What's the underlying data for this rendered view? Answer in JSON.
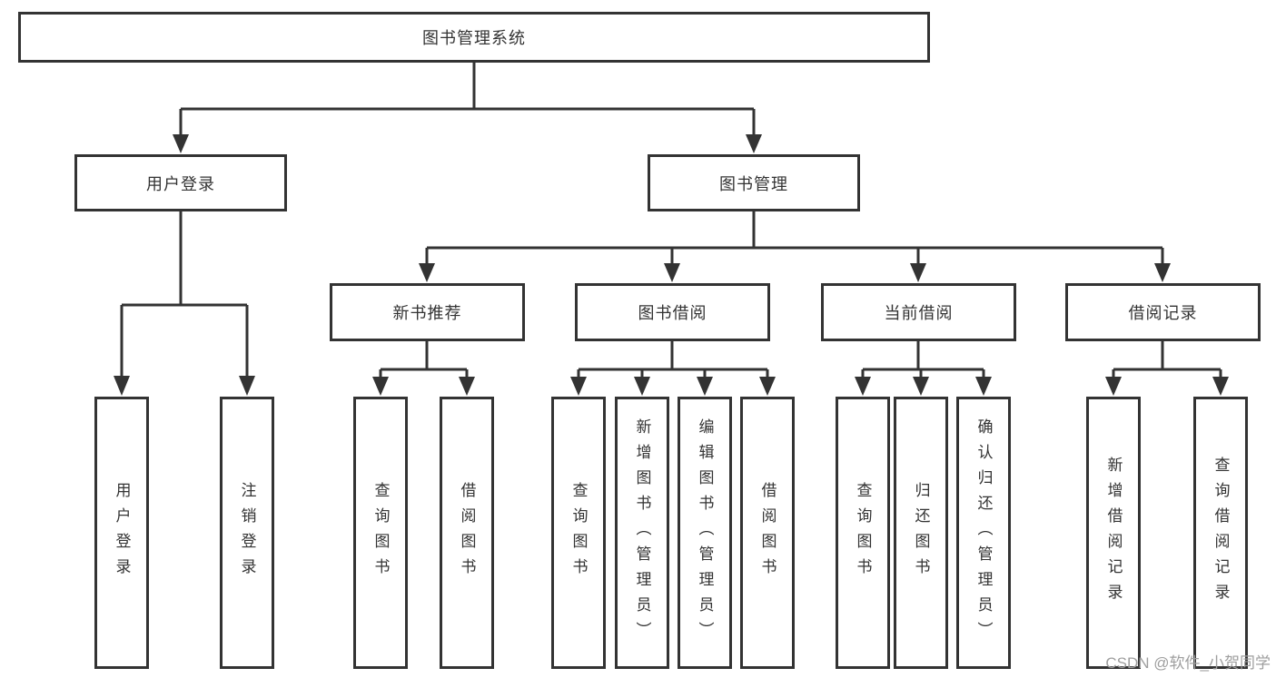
{
  "diagram": {
    "root": {
      "label": "图书管理系统"
    },
    "level1": [
      {
        "id": "user-login",
        "label": "用户登录"
      },
      {
        "id": "book-management",
        "label": "图书管理"
      }
    ],
    "level2": [
      {
        "id": "new-book-recommend",
        "label": "新书推荐"
      },
      {
        "id": "book-borrow",
        "label": "图书借阅"
      },
      {
        "id": "current-borrow",
        "label": "当前借阅"
      },
      {
        "id": "borrow-records",
        "label": "借阅记录"
      }
    ],
    "leaves": [
      {
        "label": "用户登录"
      },
      {
        "label": "注销登录"
      },
      {
        "label": "查询图书"
      },
      {
        "label": "借阅图书"
      },
      {
        "label": "查询图书"
      },
      {
        "label": "新增图书（管理员）"
      },
      {
        "label": "编辑图书（管理员）"
      },
      {
        "label": "借阅图书"
      },
      {
        "label": "查询图书"
      },
      {
        "label": "归还图书"
      },
      {
        "label": "确认归还（管理员）"
      },
      {
        "label": "新增借阅记录"
      },
      {
        "label": "查询借阅记录"
      }
    ],
    "watermark": "CSDN @软件_小贺同学",
    "colors": {
      "line": "#333333",
      "text": "#333333",
      "box_background": "#ffffff",
      "watermark": "#9e9e9e",
      "background": "#ffffff"
    }
  }
}
